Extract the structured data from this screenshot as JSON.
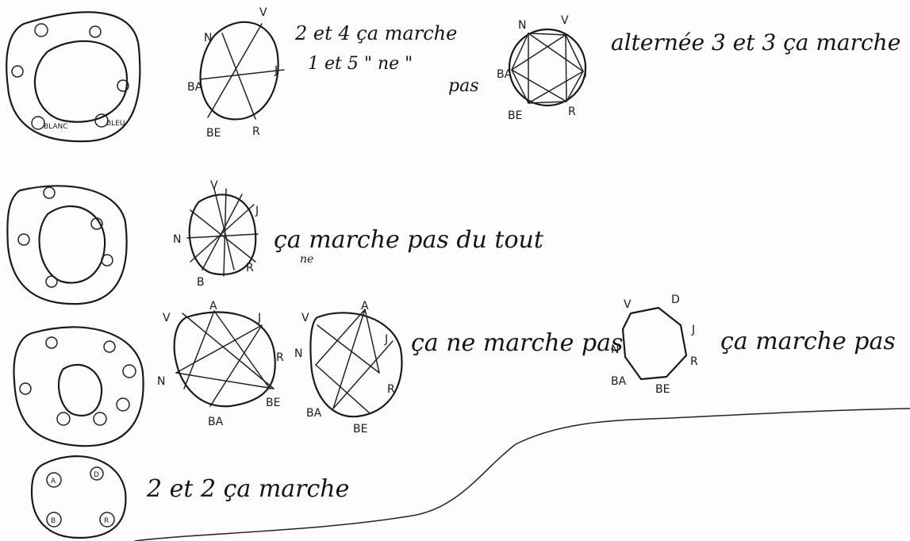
{
  "notes": {
    "line1": "2 et 4 ça marche",
    "line2": "1 et 5 \" ne \"",
    "line3": "pas",
    "alternee": "alternée 3 et 3 ça marche",
    "pas_du_tout": "ça marche pas du tout",
    "pas_du_tout_insert": "ne",
    "ne_marche_pas": "ça ne marche pas",
    "marche_pas": "ça marche pas",
    "deux_et_deux": "2 et 2 ça marche"
  },
  "labels": {
    "n": "N",
    "v": "V",
    "j": "J",
    "r": "R",
    "be": "BE",
    "ba": "BA",
    "b": "B",
    "d": "D",
    "a": "A",
    "blanc": "BLANC",
    "bleu": "BLEU"
  },
  "colors": {
    "ink": "#1a1a1a",
    "paper": "#fdfdfd"
  }
}
